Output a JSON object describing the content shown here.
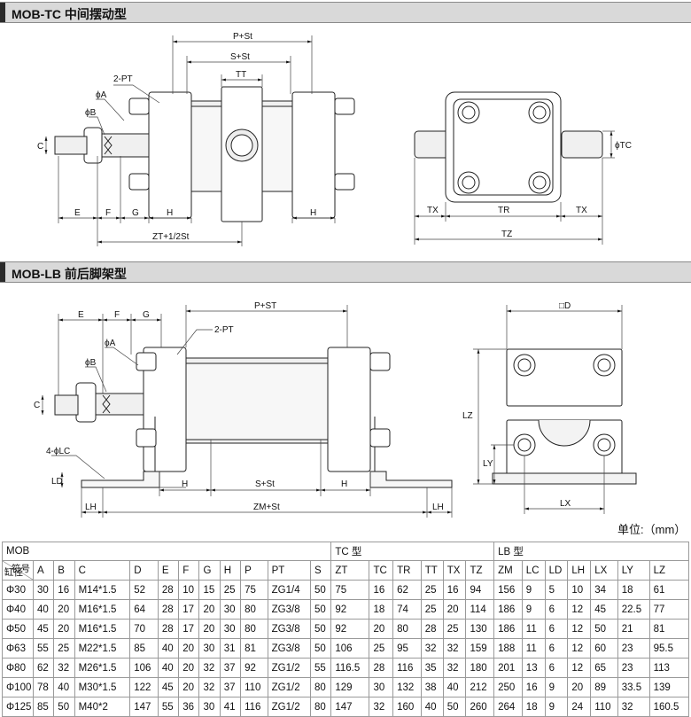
{
  "sections": {
    "tc_title": "MOB-TC 中间摆动型",
    "lb_title": "MOB-LB 前后脚架型"
  },
  "tc_labels": {
    "p_st": "P+St",
    "s_st": "S+St",
    "tt": "TT",
    "two_pt": "2-PT",
    "phi_a": "ϕA",
    "phi_b": "ϕB",
    "c": "C",
    "e": "E",
    "f": "F",
    "g": "G",
    "h1": "H",
    "h2": "H",
    "zt": "ZT+1/2St",
    "tx1": "TX",
    "tr": "TR",
    "tx2": "TX",
    "tz": "TZ",
    "phi_tc": "ϕTC"
  },
  "lb_labels": {
    "e": "E",
    "f": "F",
    "g": "G",
    "p_st": "P+ST",
    "two_pt": "2-PT",
    "phi_a": "ϕA",
    "phi_b": "ϕB",
    "c": "C",
    "lc": "4-ϕLC",
    "ld": "LD",
    "h1": "H",
    "s_st": "S+St",
    "h2": "H",
    "lh1": "LH",
    "zm": "ZM+St",
    "lh2": "LH",
    "d": "□D",
    "lz": "LZ",
    "ly": "LY",
    "lx": "LX"
  },
  "unit_note": "单位:（mm）",
  "table": {
    "group_headers": [
      "MOB",
      "TC 型",
      "LB 型"
    ],
    "diag_top": "符号",
    "diag_bottom": "缸径",
    "columns": [
      "A",
      "B",
      "C",
      "D",
      "E",
      "F",
      "G",
      "H",
      "P",
      "PT",
      "S",
      "ZT",
      "TC",
      "TR",
      "TT",
      "TX",
      "TZ",
      "ZM",
      "LC",
      "LD",
      "LH",
      "LX",
      "LY",
      "LZ"
    ],
    "rows": [
      [
        "Φ30",
        "30",
        "16",
        "M14*1.5",
        "52",
        "28",
        "10",
        "15",
        "25",
        "75",
        "ZG1/4",
        "50",
        "75",
        "16",
        "62",
        "25",
        "16",
        "94",
        "156",
        "9",
        "5",
        "10",
        "34",
        "18",
        "61"
      ],
      [
        "Φ40",
        "40",
        "20",
        "M16*1.5",
        "64",
        "28",
        "17",
        "20",
        "30",
        "80",
        "ZG3/8",
        "50",
        "92",
        "18",
        "74",
        "25",
        "20",
        "114",
        "186",
        "9",
        "6",
        "12",
        "45",
        "22.5",
        "77"
      ],
      [
        "Φ50",
        "45",
        "20",
        "M16*1.5",
        "70",
        "28",
        "17",
        "20",
        "30",
        "80",
        "ZG3/8",
        "50",
        "92",
        "20",
        "80",
        "28",
        "25",
        "130",
        "186",
        "11",
        "6",
        "12",
        "50",
        "21",
        "81"
      ],
      [
        "Φ63",
        "55",
        "25",
        "M22*1.5",
        "85",
        "40",
        "20",
        "30",
        "31",
        "81",
        "ZG3/8",
        "50",
        "106",
        "25",
        "95",
        "32",
        "32",
        "159",
        "188",
        "11",
        "6",
        "12",
        "60",
        "23",
        "95.5"
      ],
      [
        "Φ80",
        "62",
        "32",
        "M26*1.5",
        "106",
        "40",
        "20",
        "32",
        "37",
        "92",
        "ZG1/2",
        "55",
        "116.5",
        "28",
        "116",
        "35",
        "32",
        "180",
        "201",
        "13",
        "6",
        "12",
        "65",
        "23",
        "113"
      ],
      [
        "Φ100",
        "78",
        "40",
        "M30*1.5",
        "122",
        "45",
        "20",
        "32",
        "37",
        "110",
        "ZG1/2",
        "80",
        "129",
        "30",
        "132",
        "38",
        "40",
        "212",
        "250",
        "16",
        "9",
        "20",
        "89",
        "33.5",
        "139"
      ],
      [
        "Φ125",
        "85",
        "50",
        "M40*2",
        "147",
        "55",
        "36",
        "30",
        "41",
        "116",
        "ZG1/2",
        "80",
        "147",
        "32",
        "160",
        "40",
        "50",
        "260",
        "264",
        "18",
        "9",
        "24",
        "110",
        "32",
        "160.5"
      ]
    ]
  }
}
